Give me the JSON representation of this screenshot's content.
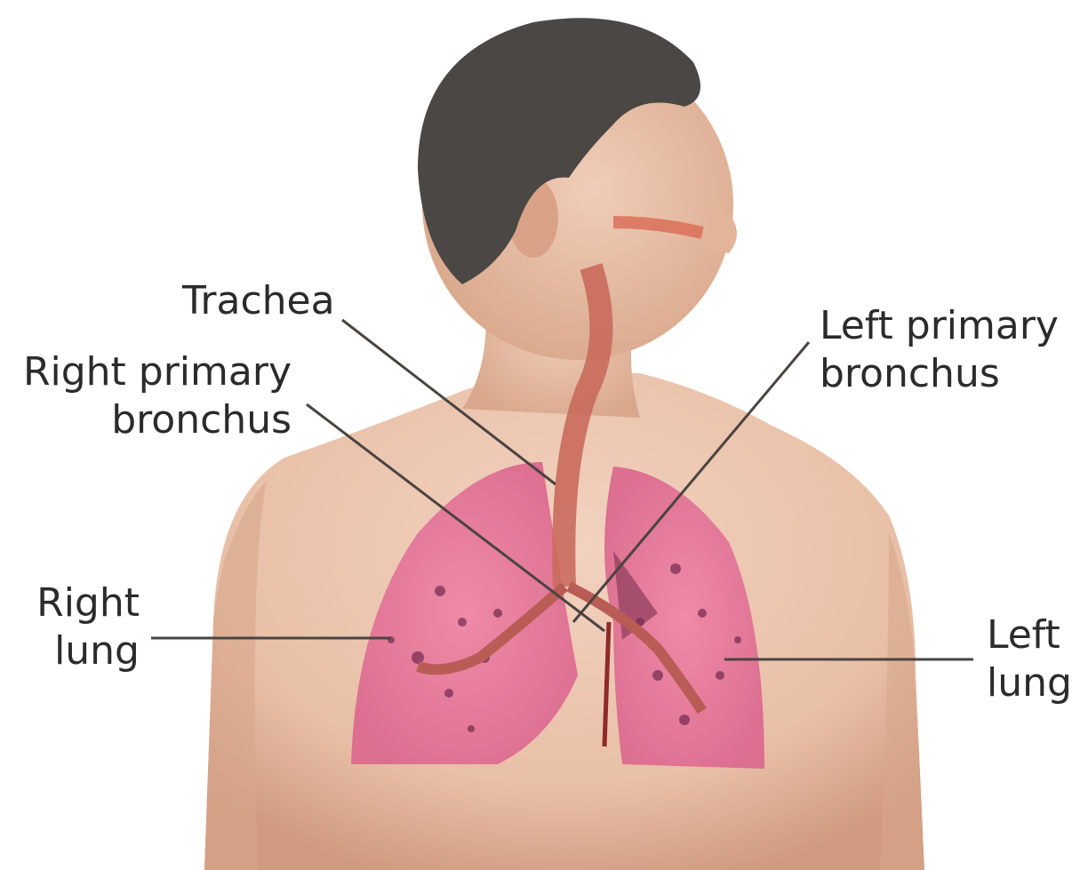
{
  "labels": {
    "trachea": "Trachea",
    "right_primary_bronchus": [
      "Right primary",
      "bronchus"
    ],
    "left_primary_bronchus": [
      "Left primary",
      "bronchus"
    ],
    "right_lung": [
      "Right",
      "lung"
    ],
    "left_lung": [
      "Left",
      "lung"
    ]
  },
  "colors": {
    "skin": "#e8bfa6",
    "skin_shadow": "#cf9a80",
    "hair": "#4a4744",
    "lung": "#e77a9a",
    "lung_spots": "#7a2f52",
    "airway": "#c96a5c",
    "leader_line": "#4a4440"
  }
}
